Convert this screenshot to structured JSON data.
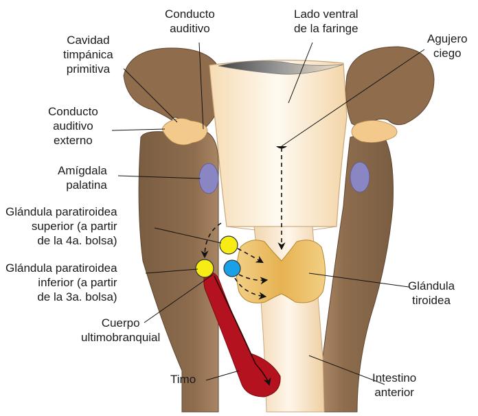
{
  "labels": {
    "conducto_auditivo": [
      "Conducto",
      "auditivo"
    ],
    "lado_ventral": [
      "Lado ventral",
      "de la faringe"
    ],
    "agujero_ciego": [
      "Agujero",
      "ciego"
    ],
    "cavidad_timpanica": [
      "Cavidad",
      "timpánica",
      "primitiva"
    ],
    "conducto_externo": [
      "Conducto",
      "auditivo",
      "externo"
    ],
    "amigdala": [
      "Amígdala",
      "palatina"
    ],
    "paratiroidea_superior": [
      "Glándula paratiroidea",
      "superior (a partir",
      "de la 4a. bolsa)"
    ],
    "paratiroidea_inferior": [
      "Glándula paratiroidea",
      "inferior (a partir",
      "de la 3a. bolsa)"
    ],
    "cuerpo_ultimo": [
      "Cuerpo",
      "ultimobranquial"
    ],
    "timo": [
      "Timo"
    ],
    "glandula_tiroidea": [
      "Glándula",
      "tiroidea"
    ],
    "intestino": [
      "Intestino",
      "anterior"
    ]
  },
  "colors": {
    "arch_brown": "#8a6a4c",
    "arch_light": "#9c7a58",
    "pharynx": "#fbe9cf",
    "pharynx_edge": "#c9a77b",
    "thyroid": "#e8b85c",
    "tonsil": "#8a86c4",
    "thymus": "#b3121e",
    "parathyroid_yellow": "#f7ec14",
    "ultimobranchial_blue": "#1aa0e6"
  }
}
